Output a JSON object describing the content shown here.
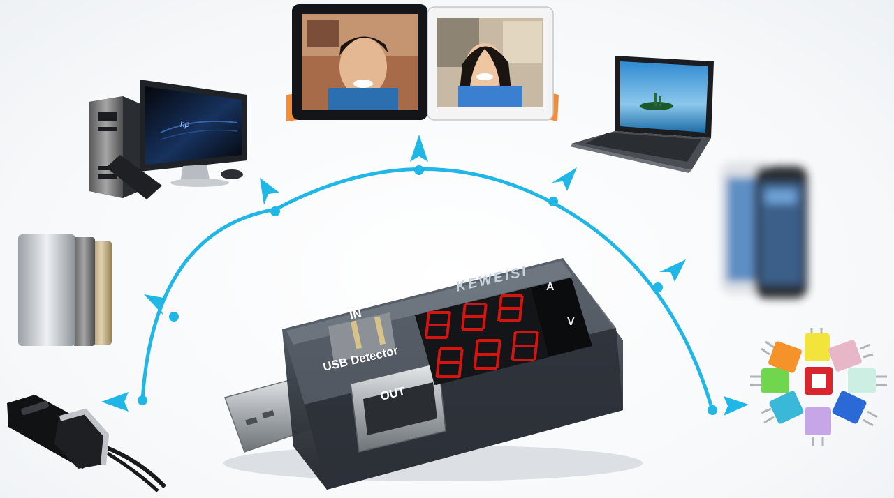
{
  "device": {
    "brand": "KEWEISI",
    "title": "USB Detector",
    "port_in": "IN",
    "port_out": "OUT",
    "unit_current": "A",
    "unit_voltage": "V",
    "display_top": "888",
    "display_bottom": "888"
  },
  "colors": {
    "arc": "#20b7e6",
    "display_digits": "#d4150f",
    "body": "#3a3f45"
  },
  "surrounding_devices": [
    "desktop-computer",
    "tablet-1",
    "tablet-2",
    "laptop",
    "smartphone",
    "wall-chargers",
    "car-charger",
    "power-banks"
  ]
}
